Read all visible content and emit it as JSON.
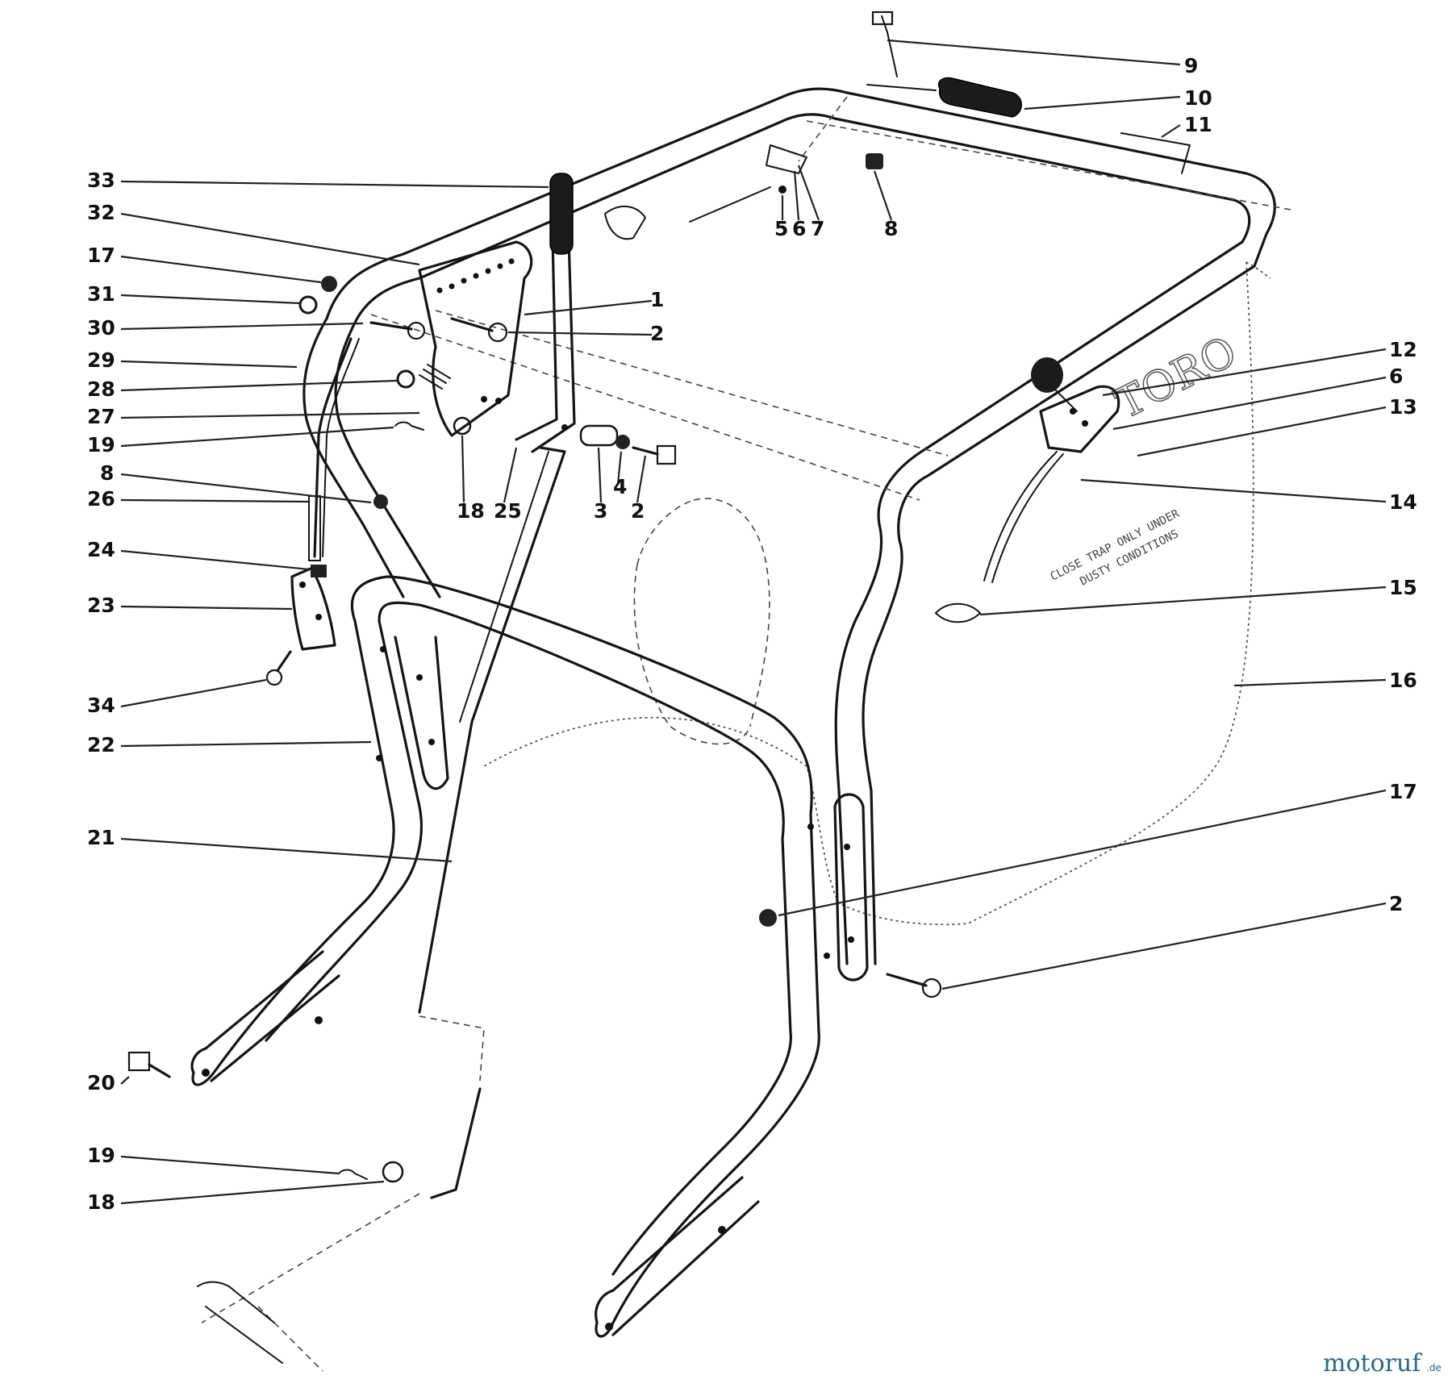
{
  "diagram": {
    "watermark": {
      "brand": "motoruf",
      "suffix": ".de"
    },
    "bag_notice": [
      "CLOSE TRAP ONLY UNDER",
      "DUSTY CONDITIONS"
    ],
    "brand_mark": "TORO",
    "callouts": [
      {
        "id": "c9",
        "label": "9"
      },
      {
        "id": "c10",
        "label": "10"
      },
      {
        "id": "c11",
        "label": "11"
      },
      {
        "id": "c33",
        "label": "33"
      },
      {
        "id": "c32",
        "label": "32"
      },
      {
        "id": "c17a",
        "label": "17"
      },
      {
        "id": "c31",
        "label": "31"
      },
      {
        "id": "c30",
        "label": "30"
      },
      {
        "id": "c29",
        "label": "29"
      },
      {
        "id": "c28",
        "label": "28"
      },
      {
        "id": "c27",
        "label": "27"
      },
      {
        "id": "c19a",
        "label": "19"
      },
      {
        "id": "c8a",
        "label": "8"
      },
      {
        "id": "c26",
        "label": "26"
      },
      {
        "id": "c24",
        "label": "24"
      },
      {
        "id": "c23",
        "label": "23"
      },
      {
        "id": "c34",
        "label": "34"
      },
      {
        "id": "c22",
        "label": "22"
      },
      {
        "id": "c21",
        "label": "21"
      },
      {
        "id": "c20",
        "label": "20"
      },
      {
        "id": "c19b",
        "label": "19"
      },
      {
        "id": "c18b",
        "label": "18"
      },
      {
        "id": "c1",
        "label": "1"
      },
      {
        "id": "c2a",
        "label": "2"
      },
      {
        "id": "c18a",
        "label": "18"
      },
      {
        "id": "c25",
        "label": "25"
      },
      {
        "id": "c3",
        "label": "3"
      },
      {
        "id": "c4",
        "label": "4"
      },
      {
        "id": "c2b",
        "label": "2"
      },
      {
        "id": "c5",
        "label": "5"
      },
      {
        "id": "c6a",
        "label": "6"
      },
      {
        "id": "c7",
        "label": "7"
      },
      {
        "id": "c8b",
        "label": "8"
      },
      {
        "id": "c12",
        "label": "12"
      },
      {
        "id": "c6b",
        "label": "6"
      },
      {
        "id": "c13",
        "label": "13"
      },
      {
        "id": "c14",
        "label": "14"
      },
      {
        "id": "c15",
        "label": "15"
      },
      {
        "id": "c16",
        "label": "16"
      },
      {
        "id": "c17b",
        "label": "17"
      },
      {
        "id": "c2c",
        "label": "2"
      }
    ]
  }
}
